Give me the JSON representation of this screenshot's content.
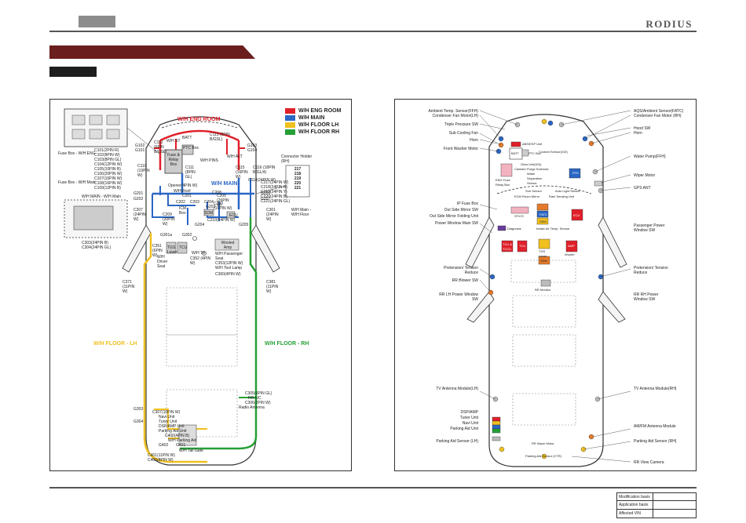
{
  "header": {
    "brand": "RODIUS"
  },
  "legend": [
    {
      "label": "W/H ENG ROOM",
      "color": "#e0202a"
    },
    {
      "label": "W/H MAIN",
      "color": "#2a66c4"
    },
    {
      "label": "W/H FLOOR LH",
      "color": "#f0c020"
    },
    {
      "label": "W/H FLOOR RH",
      "color": "#25a035"
    }
  ],
  "left": {
    "title_eng": "W/H ENG ROOM",
    "title_main": "W/H MAIN",
    "title_floor_lh": "W/H FLOOR - LH",
    "title_floor_rh": "W/H FLOOR - RH",
    "fusebox_eng": "Fuse Box - W/H ENG",
    "fusebox_main": "Fuse Box - W/H Main",
    "fuse_conns": [
      "C101(2PIN R)",
      "C102(8PIN W)",
      "C103(8PIN GL)",
      "C104(12PIN W)",
      "C105(10PIN B)",
      "C106(20PIN W)",
      "C107(16PIN W)",
      "C108(16PIN W)",
      "C109(12PIN B)"
    ],
    "connector_holder": "Connector Holder (RH)",
    "holder_rows": [
      "217",
      "218",
      "219",
      "220",
      "221"
    ],
    "labels": {
      "g102": "G102",
      "g101": "G101",
      "g103": "G103",
      "g104": "G104",
      "c110": "C110 (10PIN W)",
      "c111": "C111 (8PIN GL)",
      "c113": "C113 (6PIN B/GSL)",
      "c112": "C112 (6PIN B/GSL)",
      "c115": "C115 (16PIN W)",
      "c116": "C116 (18PIN B/GL/4)",
      "c114": "C114(24PIN W)",
      "batt": "BATT",
      "ptc": "PTC Box",
      "wh_st": "W/H ST",
      "wh_alt": "W/H ALT",
      "wh_main_pins": "W/H PINS",
      "fuse_relay": "Fuse & Relay Box",
      "g201": "G201",
      "g202": "G202",
      "g206": "G206",
      "g207": "G207",
      "c207": "C207 (24PIN W)",
      "c301": "C301 (24PIN W)",
      "wh_main_floor": "W/H Main - W/H Floor",
      "c217": "C217(24PIN W)",
      "c218": "C218(24PIN R)",
      "c219": "C219(24PIN Y)",
      "c220": "C220(24PIN B)",
      "c221": "C221(24PIN GL)",
      "wh_main_wh_main": "W/H MAIN - W/H Main",
      "c303": "C303(24PIN B)",
      "c304": "C304(24PIN GL)",
      "opener": "Opener(4PIN W)",
      "wh_roof": "W/H Roof",
      "c202": "C202",
      "c203": "C203",
      "c204": "C204",
      "c201": "C201",
      "c208": "C208",
      "icm": "ICM Box",
      "c205": "C205 (26PIN W)",
      "c209": "C209 (30PIN W)",
      "c203b": "C203 (16PIN W)",
      "ecu": "ECU",
      "sdm": "SDM",
      "g203": "G203",
      "g204": "G204",
      "g205": "G205",
      "c210": "C210(24PIN W)",
      "g301a": "G301a",
      "g302": "G302",
      "c351": "C351 (6PIN W)",
      "tcu": "TCU",
      "tgs": "TGS Lever",
      "wh_driver": "W/H Driver Seat",
      "wh_tilt": "W/H Tilt",
      "c352": "C352 (4PIN W)",
      "wooled_amp": "Wooled Amp",
      "wh_passenger": "W/H Passenger Seat",
      "c353": "C353(12PIN W)",
      "wh_tool": "W/H Tool Lamp",
      "c360": "C360(4PIN W)",
      "c371": "C371 (11PIN W)",
      "c381": "C381 (11PIN W)",
      "c305": "C305(6PIN GL)",
      "rr_a": "RR A/C",
      "c306": "C306(2PIN W)",
      "radio_ant": "Radio Antenna",
      "g303": "G303",
      "g304": "G304",
      "c307": "C307(10PIN W)",
      "navi": "Navi Unit",
      "tuner": "Tuner Unit",
      "dsp": "DSP/AMP Unit",
      "parking_aid": "Parking Aid Unit",
      "c400": "C400(4PIN B)",
      "parking_aid_wh": "W/H Parking Aid",
      "g402": "G402",
      "g401": "G401",
      "wh_tailgate": "W/H Tail Gate",
      "c401": "C401(11PIN W)",
      "c402": "C402(8PIN W)"
    }
  },
  "right": {
    "labels_left": [
      "Ambient Temp. Sensor(FFH)",
      "Condenser Fan Motor(LH)",
      "Triple Pressure SW",
      "Sub Cooling Fan",
      "Horn",
      "Front Washer Motor",
      "IP Fuse Box",
      "Out Side Mirror SW",
      "Out Side Mirror Folding Unit",
      "Power Window Main SW",
      "Pretension/ Tension Reduce",
      "RR Blower SW",
      "RR LH Power Window SW",
      "TV Antenna Module(LH)",
      "DSP/AMP",
      "Tuner Unit",
      "Navi Unit",
      "Parking Aid Unit",
      "Parking Aid Sensor (LH)"
    ],
    "labels_right": [
      "AQS/Ambient Sensor(FATC)",
      "Condenser Fan Motor (RH)",
      "Hood SW",
      "Horn",
      "Water Pump(FFH)",
      "Wiper Motor",
      "GPS ANT",
      "Passenger Power Window SW",
      "Pretension/ Tension Reduce",
      "RR RH Power Window SW",
      "TV Antenna Module(RH)",
      "AM/FM Antenna Module",
      "Parking Aid Sensor (RH)",
      "RR View Camera"
    ],
    "inner": {
      "abs_esp": "ABS/ESP Unit",
      "batt": "BATT",
      "ptc": "PTC Box",
      "coolant": "Coolant Sensor(XDi)",
      "glow": "Glow Unit(XDi)",
      "canister": "Canister Purge Solenoid",
      "water_sep": "Water Separation Sensor",
      "eng_fuse": "ENG Fuse Relay Box",
      "ffh": "FFH",
      "sun_sensor": "Sun Sensor",
      "auto_light": "Auto Light Sensor",
      "ecm_mirror": "ECM Room Mirror",
      "rain_sensor": "Rain Sensing Unit",
      "stics": "STICS",
      "fatc": "FATC",
      "ssm": "SSM",
      "ecu": "ECU",
      "diagnosis": "Diagnosis",
      "intake_air": "Intake Air Temp. Sensor",
      "tcu_tccu": "TCU & TCCU",
      "tcu": "TCU",
      "tgs": "TGS Lever",
      "amp": "AMP",
      "woofer": "Woofer",
      "sdm": "SDM",
      "rr_monitor": "RR Monitor",
      "rr_wiper": "RR Wiper Motor",
      "parking_ctr": "Parking Aid Sensor (CTR)"
    }
  },
  "footer": {
    "rows": [
      "Modification basis",
      "Application basis",
      "Affected VIN"
    ]
  }
}
